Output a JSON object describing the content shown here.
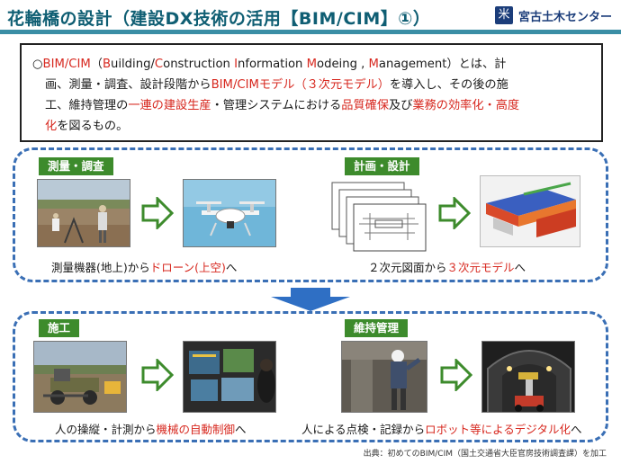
{
  "header": {
    "title": "花輪橋の設計（建設DX技術の活用【BIM/CIM】①）",
    "org_name": "宮古土木センター",
    "org_logo": "米"
  },
  "intro": {
    "l1_a": "○",
    "l1_b": "BIM/CIM",
    "l1_c": "（",
    "l1_d": "B",
    "l1_e": "uilding/",
    "l1_f": "C",
    "l1_g": "onstruction ",
    "l1_h": "I",
    "l1_i": "nformation ",
    "l1_j": "M",
    "l1_k": "odeing , ",
    "l1_l": "M",
    "l1_m": "anagement）とは、計",
    "l2_a": "画、測量・調査、設計段階から",
    "l2_b": "BIM/CIMモデル（３次元モデル）",
    "l2_c": "を導入し、その後の施",
    "l3_a": "工、維持管理の",
    "l3_b": "一連の建設生産",
    "l3_c": "・管理システムにおける",
    "l3_d": "品質確保",
    "l3_e": "及び",
    "l3_f": "業務の効率化・高度",
    "l4_a": "化",
    "l4_b": "を図るもの。"
  },
  "survey": {
    "tag": "測量・調査",
    "caption_a": "測量機器(地上)から",
    "caption_b": "ドローン(上空)",
    "caption_c": "へ"
  },
  "design": {
    "tag": "計画・設計",
    "caption_a": "２次元図面から",
    "caption_b": "３次元モデル",
    "caption_c": "へ"
  },
  "construction": {
    "tag": "施工",
    "caption_a": "人の操縦・計測から",
    "caption_b": "機械の自動制御",
    "caption_c": "へ"
  },
  "maintenance": {
    "tag": "維持管理",
    "caption_a": "人による点検・記録から",
    "caption_b": "ロボット等によるデジタル化",
    "caption_c": "へ"
  },
  "source": "出典：初めてのBIM/CIM（国土交通省大臣官房技術調査課）を加工",
  "colors": {
    "title": "#0f5e73",
    "accent_red": "#d7281f",
    "tag_green": "#3d8b2c",
    "dash_blue": "#3a6fb5"
  }
}
